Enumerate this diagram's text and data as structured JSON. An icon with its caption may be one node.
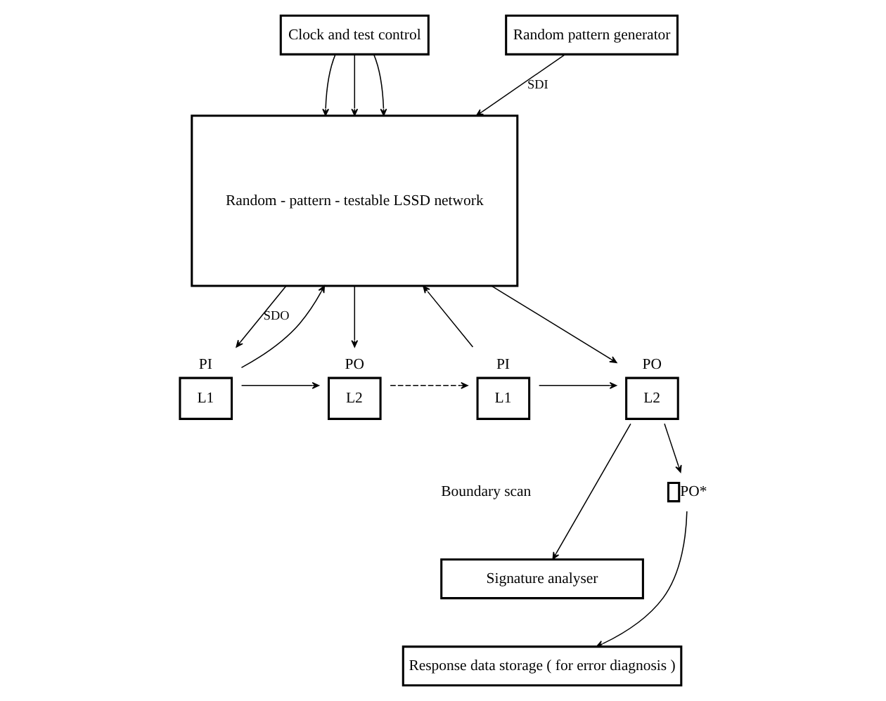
{
  "diagram": {
    "nodes": [
      {
        "text": [
          "Clock and test control"
        ]
      },
      {
        "text": [
          "Random pattern generator"
        ]
      },
      {
        "text": [
          "Random - pattern - testable LSSD network"
        ]
      },
      {
        "text": [
          "L1"
        ],
        "beside": [
          "PI"
        ]
      },
      {
        "text": [
          "L2"
        ],
        "beside": [
          "PO"
        ]
      },
      {
        "text": [
          "L1"
        ],
        "beside": [
          "PI"
        ]
      },
      {
        "text": [
          "L2"
        ],
        "beside": [
          "PO"
        ]
      },
      {
        "text": [
          "Signature analyser"
        ]
      },
      {
        "text": [
          "Response data storage ( for error diagnosis )"
        ]
      },
      {
        "text": [],
        "shape": "box",
        "beside": [
          "PO*"
        ]
      }
    ],
    "edges": [
      {
        "from": 0,
        "to": 2,
        "arrow": "to"
      },
      {
        "from": 0,
        "to": 2,
        "arrow": "to"
      },
      {
        "from": 0,
        "to": 2,
        "arrow": "to"
      },
      {
        "from": 1,
        "to": 2,
        "arrow": "to",
        "label": "SDI"
      },
      {
        "from": 2,
        "to": 3,
        "arrow": "to",
        "label": "SDO"
      },
      {
        "from": 3,
        "to": 2,
        "arrow": "to"
      },
      {
        "from": 3,
        "to": 4,
        "arrow": "to"
      },
      {
        "from": 2,
        "to": 4,
        "arrow": "to"
      },
      {
        "from": 4,
        "to": 5,
        "arrow": "to",
        "style": "dashed"
      },
      {
        "from": 5,
        "to": 2,
        "arrow": "to"
      },
      {
        "from": 5,
        "to": 6,
        "arrow": "to"
      },
      {
        "from": 2,
        "to": 6,
        "arrow": "to"
      },
      {
        "from": 6,
        "to": 7,
        "arrow": "to"
      },
      {
        "from": 6,
        "to": 9,
        "arrow": "to"
      },
      {
        "from": 9,
        "to": 8,
        "arrow": "to"
      }
    ],
    "labels": [
      "Boundary scan"
    ]
  }
}
